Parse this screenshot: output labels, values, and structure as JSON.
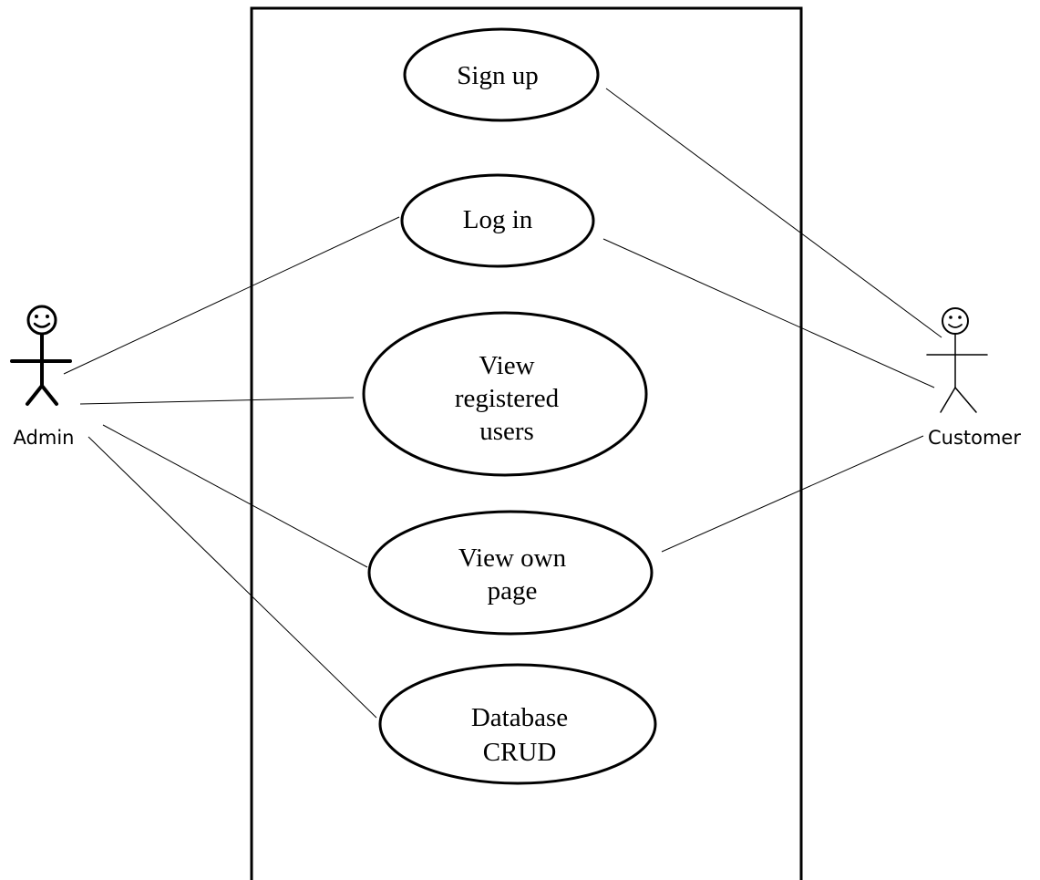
{
  "use_cases": [
    {
      "id": "signup",
      "lines": [
        "Sign up"
      ]
    },
    {
      "id": "login",
      "lines": [
        "Log in"
      ]
    },
    {
      "id": "view-registered-users",
      "lines": [
        "View",
        "registered",
        "users"
      ]
    },
    {
      "id": "view-own-page",
      "lines": [
        "View own",
        "page"
      ]
    },
    {
      "id": "database-crud",
      "lines": [
        "Database",
        "CRUD"
      ]
    }
  ],
  "actors": [
    {
      "id": "admin",
      "label": "Admin"
    },
    {
      "id": "customer",
      "label": "Customer"
    }
  ],
  "associations": [
    {
      "actor": "admin",
      "use_case": "login"
    },
    {
      "actor": "admin",
      "use_case": "view-registered-users"
    },
    {
      "actor": "admin",
      "use_case": "view-own-page"
    },
    {
      "actor": "admin",
      "use_case": "database-crud"
    },
    {
      "actor": "customer",
      "use_case": "signup"
    },
    {
      "actor": "customer",
      "use_case": "login"
    },
    {
      "actor": "customer",
      "use_case": "view-own-page"
    }
  ]
}
